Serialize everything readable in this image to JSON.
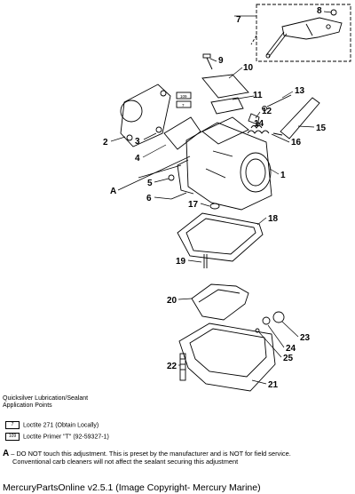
{
  "labels": {
    "n1": "1",
    "n2": "2",
    "n3": "3",
    "n4": "4",
    "n5": "5",
    "n6": "6",
    "n7": "7",
    "n8": "8",
    "n9": "9",
    "n10": "10",
    "n11": "11",
    "n12": "12",
    "n13": "13",
    "n14": "14",
    "n15": "15",
    "n16": "16",
    "n17": "17",
    "n18": "18",
    "n19": "19",
    "n20": "20",
    "n21": "21",
    "n22": "22",
    "n23": "23",
    "n24": "24",
    "n25": "25",
    "nA": "A"
  },
  "legend": {
    "heading_line1": "Quicksilver Lubrication/Sealant",
    "heading_line2": "Application Points",
    "item1_badge": "7",
    "item1_text": "Loctite 271 (Obtain Locally)",
    "item2_badge": "109",
    "item2_text": "Loctite  Primer \"T\" (92-59327-1)"
  },
  "note": {
    "marker": "A",
    "line1": " – DO NOT touch this adjustment. This is preset by the manufacturer and is NOT for field service.",
    "line2": "Conventional carb cleaners will not affect the sealant securing this adjustment"
  },
  "inset_badges": {
    "b1": "109",
    "b2": "7"
  },
  "footer": "MercuryPartsOnline v2.5.1 (Image Copyright- Mercury Marine)"
}
